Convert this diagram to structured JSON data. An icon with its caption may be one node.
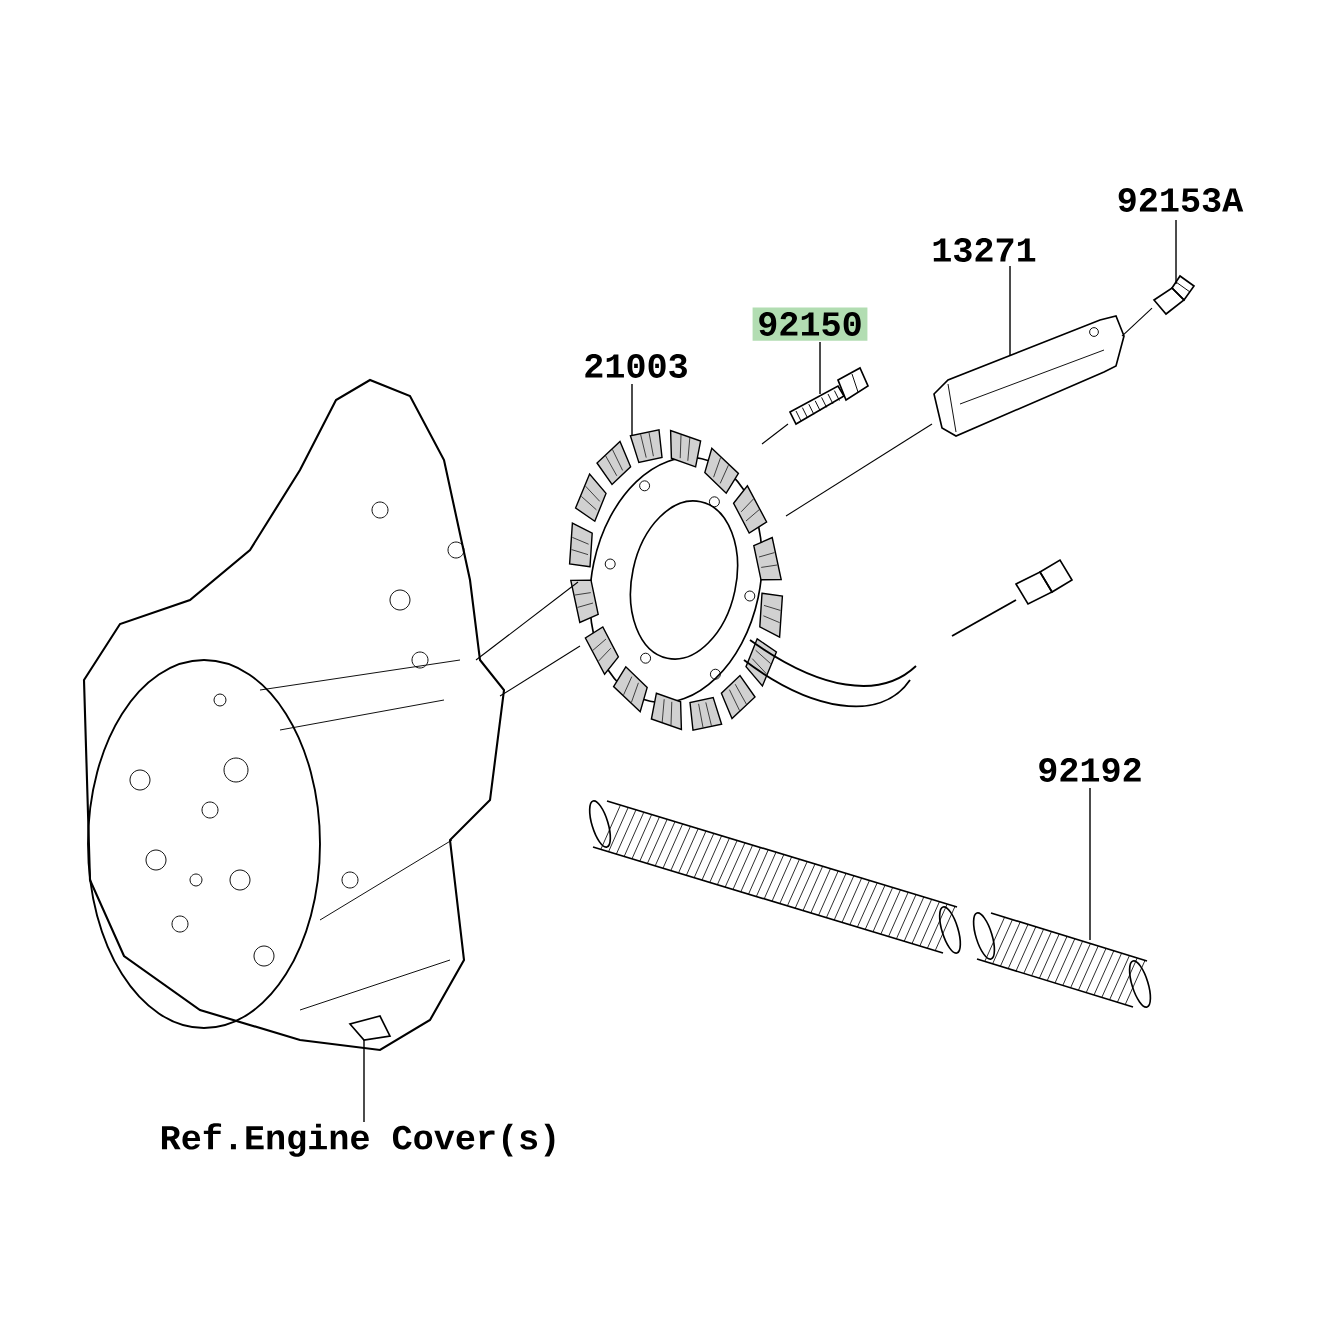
{
  "diagram": {
    "nodes": [
      {
        "text": [
          "92153A"
        ]
      },
      {
        "text": [],
        "shape": "picture"
      },
      {
        "text": [
          "13271"
        ]
      },
      {
        "text": [],
        "shape": "picture"
      },
      {
        "text": [
          "92150"
        ]
      },
      {
        "text": [],
        "shape": "picture"
      },
      {
        "text": [
          "21003"
        ]
      },
      {
        "text": [],
        "shape": "picture"
      },
      {
        "text": [
          "92192"
        ]
      },
      {
        "text": [],
        "shape": "picture"
      },
      {
        "text": [
          "Ref.Engine Cover(s)"
        ]
      },
      {
        "text": [],
        "shape": "picture"
      }
    ],
    "edges": [
      {
        "from": 0,
        "to": 1,
        "arrow": "none"
      },
      {
        "from": 2,
        "to": 3,
        "arrow": "none"
      },
      {
        "from": 4,
        "to": 5,
        "arrow": "none"
      },
      {
        "from": 6,
        "to": 7,
        "arrow": "none"
      },
      {
        "from": 8,
        "to": 9,
        "arrow": "none"
      },
      {
        "from": 10,
        "to": 11,
        "arrow": "none"
      },
      {
        "from": 11,
        "to": 7,
        "arrow": "none"
      },
      {
        "from": 7,
        "to": 5,
        "arrow": "none"
      },
      {
        "from": 11,
        "to": 7,
        "arrow": "none"
      },
      {
        "from": 7,
        "to": 3,
        "arrow": "none"
      },
      {
        "from": 3,
        "to": 1,
        "arrow": "none"
      }
    ]
  }
}
